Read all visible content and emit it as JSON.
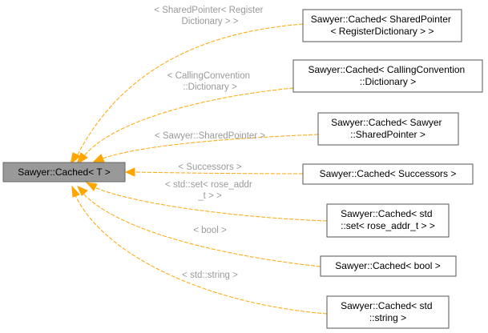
{
  "root": {
    "label": "Sawyer::Cached< T >"
  },
  "nodes": [
    {
      "id": "shared-pointer-register-dictionary",
      "lines": [
        "Sawyer::Cached< SharedPointer",
        "< RegisterDictionary > >"
      ]
    },
    {
      "id": "calling-convention-dictionary",
      "lines": [
        "Sawyer::Cached< CallingConvention",
        "::Dictionary >"
      ]
    },
    {
      "id": "sawyer-shared-pointer",
      "lines": [
        "Sawyer::Cached< Sawyer",
        "::SharedPointer >"
      ]
    },
    {
      "id": "successors",
      "lines": [
        "Sawyer::Cached< Successors >"
      ]
    },
    {
      "id": "std-set-rose-addr-t",
      "lines": [
        "Sawyer::Cached< std",
        "::set< rose_addr_t > >"
      ]
    },
    {
      "id": "bool",
      "lines": [
        "Sawyer::Cached< bool >"
      ]
    },
    {
      "id": "std-string",
      "lines": [
        "Sawyer::Cached< std",
        "::string >"
      ]
    }
  ],
  "edge_labels": [
    [
      "< SharedPointer< Register",
      "Dictionary > >"
    ],
    [
      "< CallingConvention",
      "::Dictionary >"
    ],
    [
      "< Sawyer::SharedPointer >"
    ],
    [
      "< Successors >"
    ],
    [
      "< std::set< rose_addr",
      "_t > >"
    ],
    [
      "< bool >"
    ],
    [
      "< std::string >"
    ]
  ],
  "colors": {
    "edge": "#FFA500",
    "edge_label": "#9a9a9a",
    "root_fill": "#999999",
    "node_border": "#555555"
  }
}
